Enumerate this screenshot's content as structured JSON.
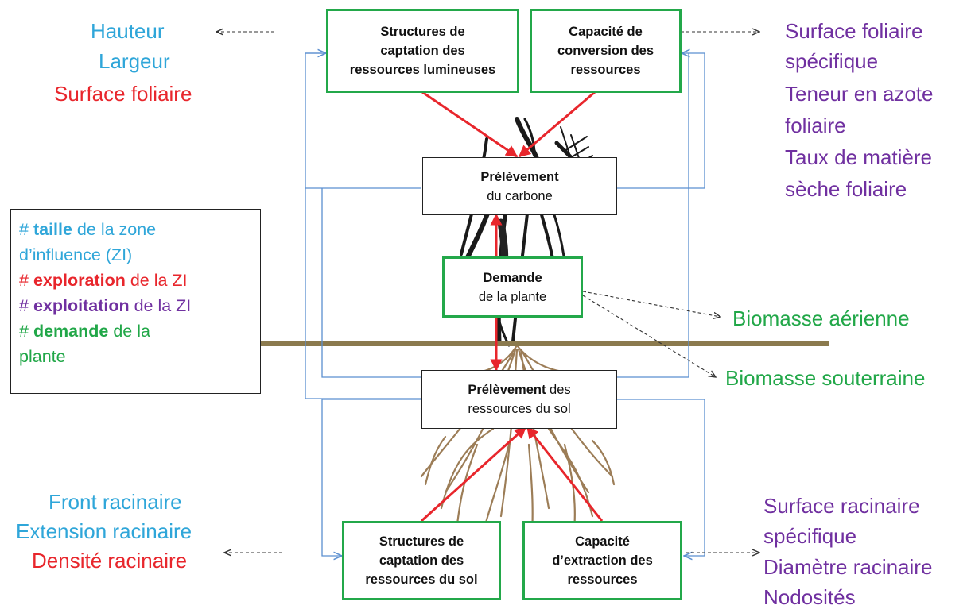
{
  "diagram": {
    "boxes": {
      "light_capture": [
        "Structures de",
        "captation des",
        "ressources lumineuses"
      ],
      "conversion": [
        "Capacité de",
        "conversion des",
        "ressources"
      ],
      "carbon_uptake": {
        "bold": "Prélèvement",
        "rest": "du carbone"
      },
      "plant_demand": {
        "bold": "Demande",
        "rest": "de la plante"
      },
      "soil_uptake": {
        "bold": "Prélèvement",
        "tail": " des",
        "rest": "ressources du sol"
      },
      "soil_capture": [
        "Structures de",
        "captation des",
        "ressources du sol"
      ],
      "extraction": [
        "Capacité",
        "d’extraction des",
        "ressources"
      ]
    },
    "labels": {
      "top_left": [
        "Hauteur",
        "Largeur",
        "Surface foliaire"
      ],
      "top_right": [
        "Surface foliaire",
        "spécifique",
        "Teneur en azote",
        "foliaire",
        "Taux de matière",
        "sèche foliaire"
      ],
      "biomass_aerial": "Biomasse aérienne",
      "biomass_underground": "Biomasse souterraine",
      "bottom_left": [
        "Front racinaire",
        "Extension racinaire",
        "Densité racinaire"
      ],
      "bottom_right": [
        "Surface racinaire",
        "spécifique",
        "Diamètre racinaire",
        "Nodosités"
      ]
    },
    "legend": {
      "hash": "#",
      "l1_bold": "taille",
      "l1_rest": " de la zone",
      "l2": "d’influence (ZI)",
      "l3_bold": "exploration",
      "l3_rest": " de la ZI",
      "l4_bold": "exploitation",
      "l4_rest": " de la ZI",
      "l5_bold": "demande",
      "l5_rest": " de la",
      "l6": "plante"
    },
    "colors": {
      "blue": "#2fa6d9",
      "red": "#e8262c",
      "purple": "#7030a0",
      "green": "#21a748",
      "box_border": "#23a84a",
      "feedback_line": "#5b8fd0",
      "ground": "#8b7a4e"
    }
  }
}
